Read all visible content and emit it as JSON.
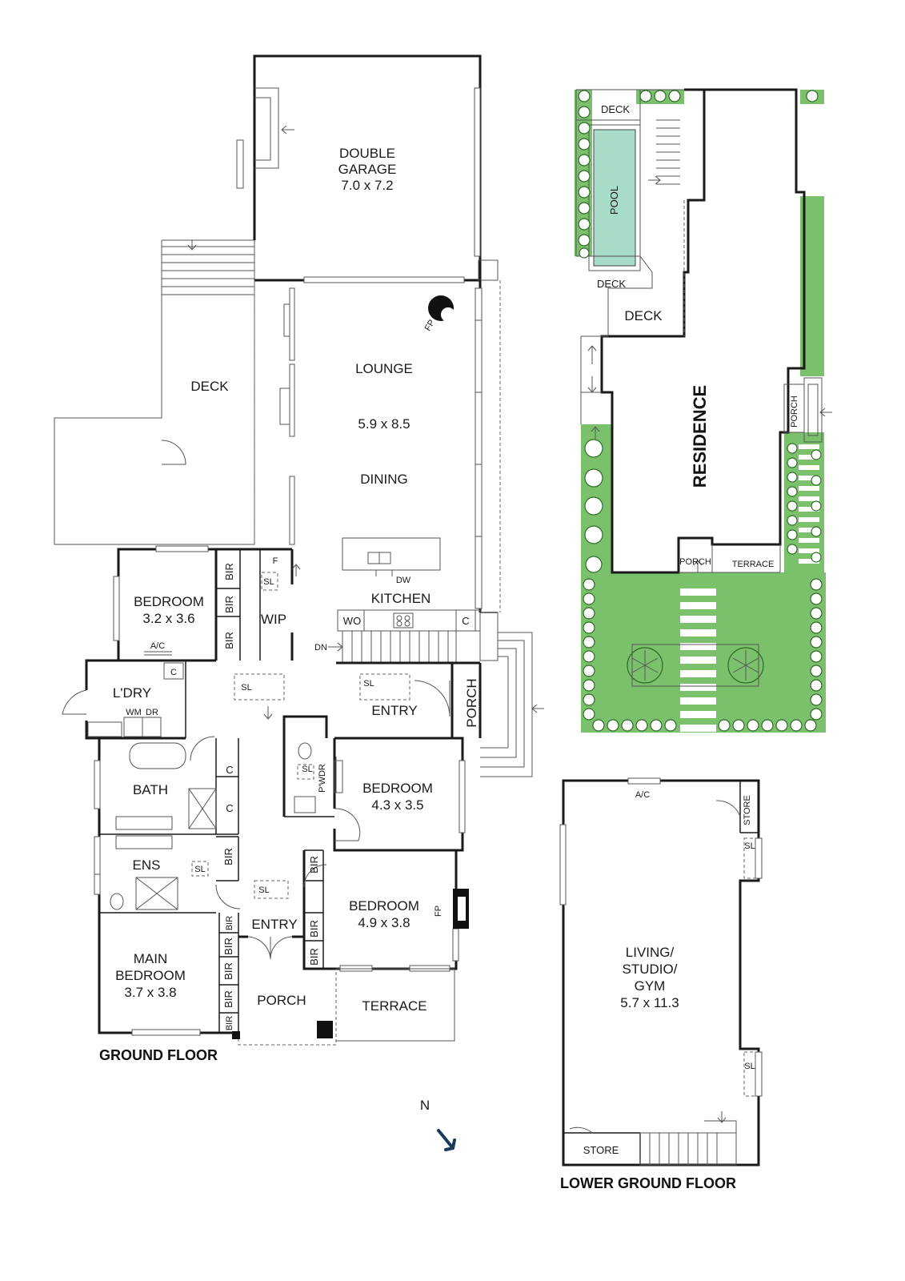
{
  "ground_floor": {
    "title": "GROUND FLOOR",
    "double_garage": [
      "DOUBLE",
      "GARAGE",
      "7.0 x 7.2"
    ],
    "deck": "DECK",
    "lounge": "LOUNGE",
    "lounge_size": "5.9 x 8.5",
    "dining": "DINING",
    "fp": "FP",
    "kitchen": "KITCHEN",
    "dw": "DW",
    "wo": "WO",
    "c": "C",
    "dn": "DN",
    "sl": "SL",
    "f": "F",
    "wip": "WIP",
    "bir": "BIR",
    "bedroom_1": [
      "BEDROOM",
      "3.2 x 3.6"
    ],
    "ac": "A/C",
    "laundry": "L'DRY",
    "wm": "WM",
    "dr": "DR",
    "entry": "ENTRY",
    "porch": "PORCH",
    "pwdr": "P'WDR",
    "bedroom_2": [
      "BEDROOM",
      "4.3 x 3.5"
    ],
    "bath": "BATH",
    "ens": "ENS",
    "bedroom_3": [
      "BEDROOM",
      "4.9 x 3.8"
    ],
    "main_bedroom": [
      "MAIN",
      "BEDROOM",
      "3.7 x 3.8"
    ],
    "terrace": "TERRACE"
  },
  "site_plan": {
    "residence": "RESIDENCE",
    "deck": "DECK",
    "pool": "POOL",
    "porch": "PORCH",
    "terrace": "TERRACE",
    "colors": {
      "lawn": "#7bc16b",
      "pool": "#a9dcc8"
    }
  },
  "lower_ground_floor": {
    "title": "LOWER GROUND FLOOR",
    "ac": "A/C",
    "store": "STORE",
    "sl": "SL",
    "living": [
      "LIVING/",
      "STUDIO/",
      "GYM",
      "5.7 x 11.3"
    ]
  },
  "compass": {
    "north": "N"
  }
}
